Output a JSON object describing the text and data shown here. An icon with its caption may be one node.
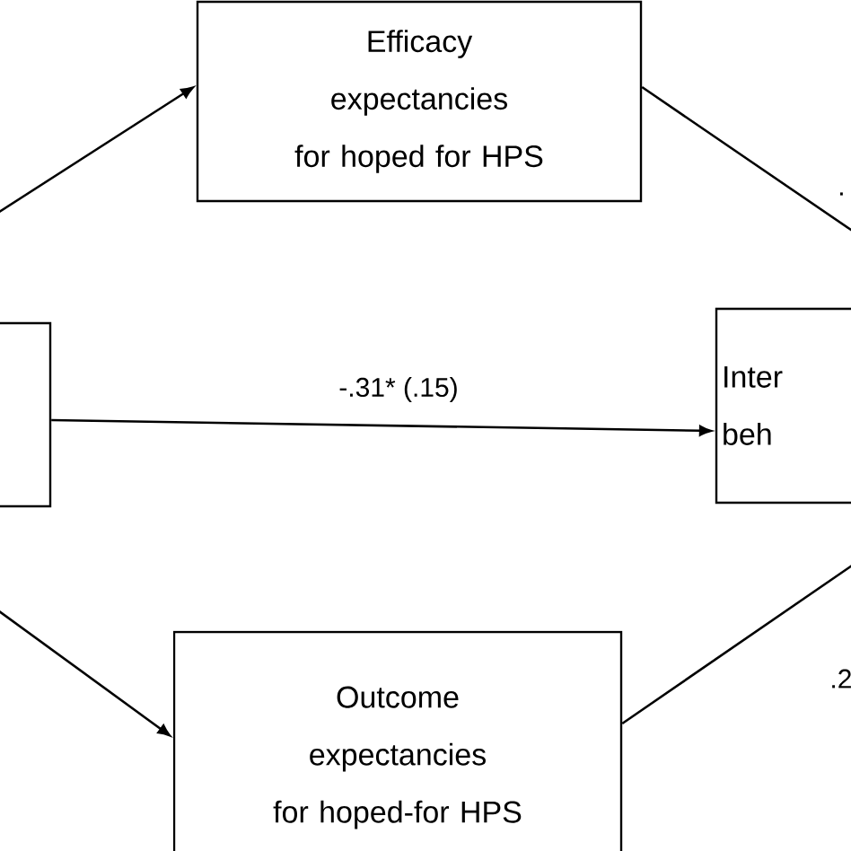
{
  "diagram": {
    "nodes": [
      {
        "text": [
          "Efficacy expectancies for hoped for HPS"
        ]
      },
      {
        "text": [],
        "shape": "box"
      },
      {
        "text": [
          "Inter beh"
        ]
      },
      {
        "text": [
          "Outcome expectancies for hoped-for HPS"
        ]
      }
    ],
    "edges": [
      {
        "from": 1,
        "to": 0,
        "arrow": "to"
      },
      {
        "from": 0,
        "to": 2,
        "arrow": "none",
        "label": "."
      },
      {
        "from": 1,
        "to": 2,
        "arrow": "to",
        "label": "-.31* (.15)"
      },
      {
        "from": 1,
        "to": 3,
        "arrow": "to"
      },
      {
        "from": 3,
        "to": 2,
        "arrow": "none",
        "label": ".2"
      }
    ]
  }
}
